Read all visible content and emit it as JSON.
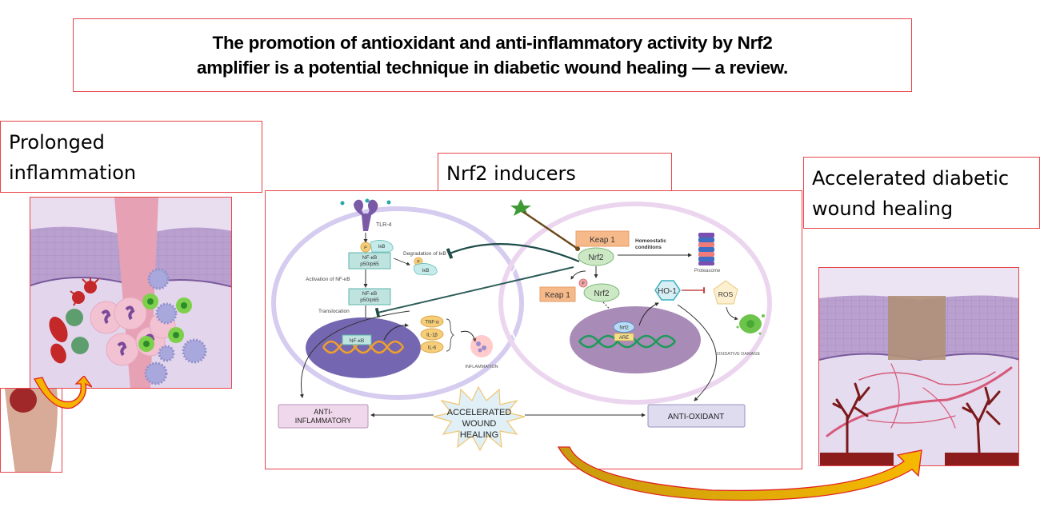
{
  "title": {
    "line1": "The promotion of antioxidant and anti-inflammatory activity by  Nrf2",
    "line2": "amplifier is a potential technique in diabetic wound healing — a review."
  },
  "left_panel": {
    "label_line1": "Prolonged",
    "label_line2": "inflammation"
  },
  "center_panel": {
    "label": "Nrf2 inducers",
    "nfkb_pathway": {
      "receptor": "TLR-4",
      "phospho": "P",
      "ikb": "IκB",
      "complex_line1": "NF-κB",
      "complex_line2": "p50/p65",
      "degradation": "Degradation of IκB",
      "activation": "Activation of NF-κB",
      "translocation": "Translocation",
      "nucleus_factor": "NF-κB",
      "cytokines": [
        "TNF-α",
        "IL-1β",
        "IL-6"
      ],
      "inflammation": "INFLAMMATION"
    },
    "nrf2_pathway": {
      "keap1": "Keap 1",
      "nrf2": "Nrf2",
      "homeostatic_line1": "Homeostatic",
      "homeostatic_line2": "conditions",
      "proteasome": "Proteasome",
      "phospho": "P",
      "ho1": "HO-1",
      "ros": "ROS",
      "are": "ARE",
      "oxidative_damage": "OXIDATIVE DAMAGE"
    },
    "outcomes": {
      "anti_inflammatory_line1": "ANTI-",
      "anti_inflammatory_line2": "INFLAMMATORY",
      "center_line1": "ACCELERATED",
      "center_line2": "WOUND",
      "center_line3": "HEALING",
      "anti_oxidant": "ANTI-OXIDANT"
    }
  },
  "right_panel": {
    "label_line1": "Accelerated diabetic",
    "label_line2": "wound healing"
  },
  "colors": {
    "box_border": "#e8454a",
    "arrow_fill": "#f4b400",
    "arrow_outline": "#e02020",
    "nucleus_left": "#7466b0",
    "nucleus_right": "#a98bb8",
    "nfkb_box": "#bfe4e0",
    "keap1_box": "#f6b98a",
    "nrf2_oval": "#cce8c4",
    "starburst": "#e0f0f6"
  }
}
